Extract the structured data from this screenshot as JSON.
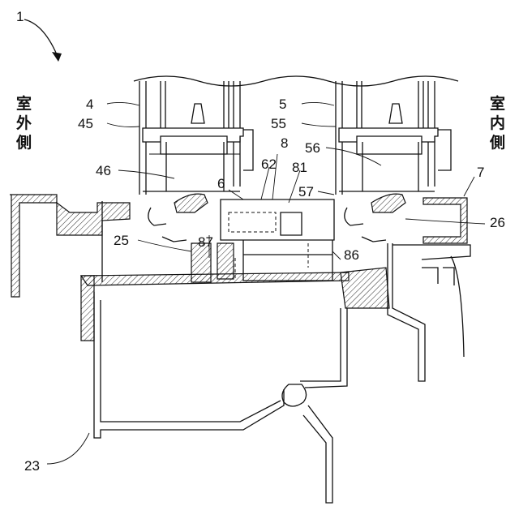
{
  "figure": {
    "figure_number": "1",
    "side_outdoor": [
      "室",
      "外",
      "側"
    ],
    "side_indoor": [
      "室",
      "内",
      "側"
    ]
  },
  "labels": {
    "l4": "4",
    "l45": "45",
    "l46": "46",
    "l25": "25",
    "l5": "5",
    "l55": "55",
    "l56": "56",
    "l57": "57",
    "l6": "6",
    "l62": "62",
    "l8": "8",
    "l81": "81",
    "l87": "87",
    "l86": "86",
    "l7": "7",
    "l26": "26",
    "l23": "23"
  }
}
